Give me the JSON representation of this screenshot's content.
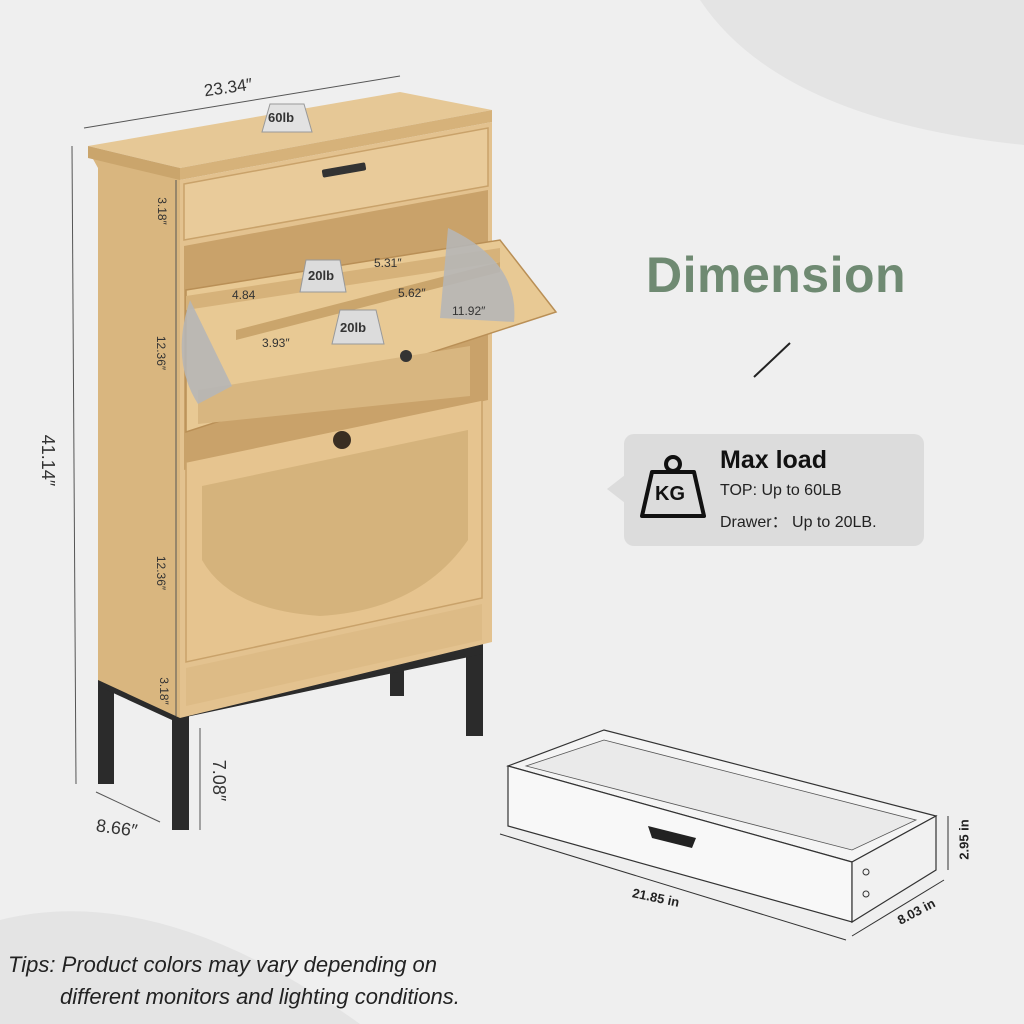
{
  "heading": "Dimension",
  "max_load": {
    "title": "Max load",
    "icon_text": "KG",
    "top": "TOP: Up to 60LB",
    "drawer": "Drawer： Up to 20LB."
  },
  "cabinet_labels": {
    "width": "23.34″",
    "height": "41.14″",
    "depth": "8.66″",
    "leg": "7.08″",
    "top_drawer": "3.18″",
    "flip_1": "12.36″",
    "flip_2": "12.36″",
    "bottom": "3.18″",
    "weight_top": "60lb",
    "weight_shelf_1": "20lb",
    "weight_shelf_2": "20lb",
    "inner_1": "5.31″",
    "inner_2": "4.84",
    "inner_3": "5.62″",
    "inner_4": "11.92″",
    "inner_5": "3.93″"
  },
  "drawer_labels": {
    "length": "21.85 in",
    "width": "8.03 in",
    "height": "2.95 in"
  },
  "tips": {
    "line1": "Tips: Product colors may vary depending on",
    "line2": "different monitors and lighting conditions."
  },
  "colors": {
    "background": "#efefef",
    "accent": "#6f8a72",
    "wood": "#e3c28f",
    "wood_dark": "#c9a26a",
    "rattan": "#d8b680",
    "metal": "#2b2b2b",
    "card": "#dcdcdc"
  }
}
